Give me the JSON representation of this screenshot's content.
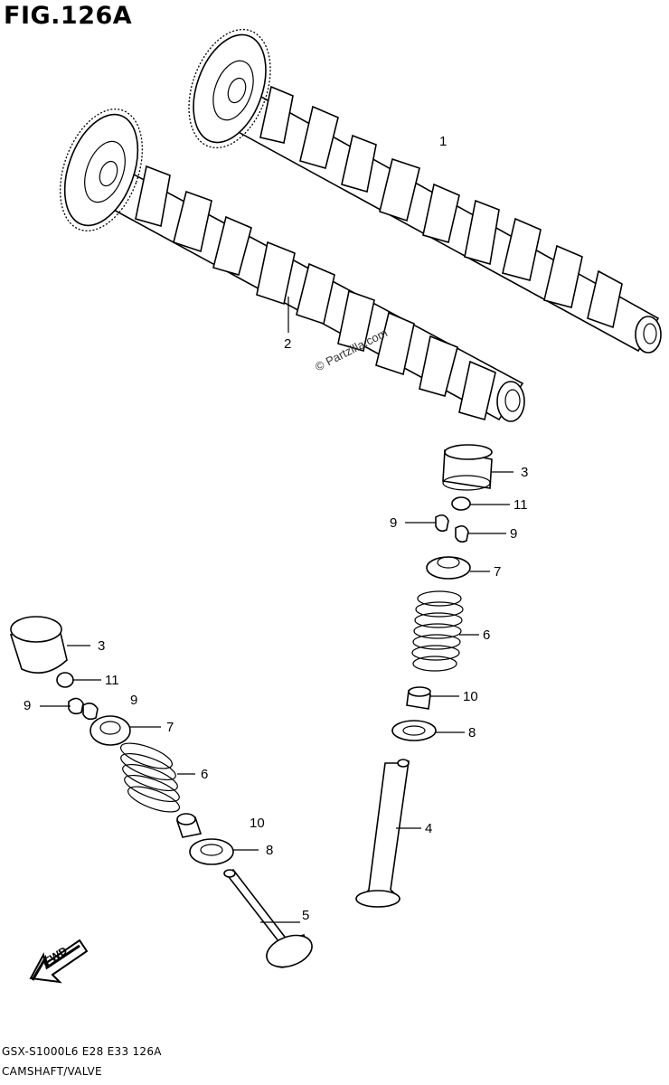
{
  "figure": {
    "title": "FIG.126A",
    "model_code": "GSX-S1000L6  E28  E33  126A",
    "section_name": "CAMSHAFT/VALVE",
    "watermark": "© Partzilla.com",
    "direction_label": "FWD"
  },
  "callouts": [
    {
      "id": "c1",
      "label": "1",
      "part": "camshaft-1"
    },
    {
      "id": "c2",
      "label": "2",
      "part": "camshaft-2"
    },
    {
      "id": "c3a",
      "label": "3",
      "part": "tappet-right"
    },
    {
      "id": "c11a",
      "label": "11",
      "part": "shim-right"
    },
    {
      "id": "c9a",
      "label": "9",
      "part": "cotter-right-left"
    },
    {
      "id": "c9b",
      "label": "9",
      "part": "cotter-right-right"
    },
    {
      "id": "c7a",
      "label": "7",
      "part": "retainer-right"
    },
    {
      "id": "c6a",
      "label": "6",
      "part": "spring-right"
    },
    {
      "id": "c10a",
      "label": "10",
      "part": "seal-right"
    },
    {
      "id": "c8a",
      "label": "8",
      "part": "spring-seat-right"
    },
    {
      "id": "c4",
      "label": "4",
      "part": "valve-right"
    },
    {
      "id": "c3b",
      "label": "3",
      "part": "tappet-left"
    },
    {
      "id": "c11b",
      "label": "11",
      "part": "shim-left"
    },
    {
      "id": "c9c",
      "label": "9",
      "part": "cotter-left-left"
    },
    {
      "id": "c9d",
      "label": "9",
      "part": "cotter-left-right"
    },
    {
      "id": "c7b",
      "label": "7",
      "part": "retainer-left"
    },
    {
      "id": "c6b",
      "label": "6",
      "part": "spring-left"
    },
    {
      "id": "c10b",
      "label": "10",
      "part": "seal-left"
    },
    {
      "id": "c8b",
      "label": "8",
      "part": "spring-seat-left"
    },
    {
      "id": "c5",
      "label": "5",
      "part": "valve-left"
    }
  ]
}
